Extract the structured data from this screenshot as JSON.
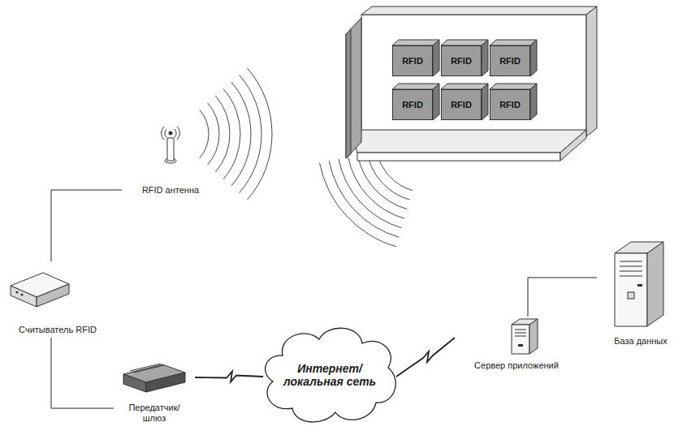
{
  "diagram": {
    "nodes": [
      {
        "text": [
          "RFID"
        ]
      },
      {
        "text": [
          "RFID"
        ]
      },
      {
        "text": [
          "RFID"
        ]
      },
      {
        "text": [
          "RFID"
        ]
      },
      {
        "text": [
          "RFID"
        ]
      },
      {
        "text": [
          "RFID"
        ]
      },
      {
        "text": [
          "RFID антенна"
        ]
      },
      {
        "text": [
          "Считыватель RFID"
        ]
      },
      {
        "text": [
          "Передатчик/ шлюз"
        ]
      },
      {
        "text": [
          "Интернет/ локальная сеть"
        ]
      },
      {
        "text": [
          "База данных"
        ]
      },
      {
        "text": [
          "Сервер приложений"
        ]
      }
    ],
    "edges": [
      {
        "from": 6,
        "to": 7,
        "arrow": "none"
      },
      {
        "from": 7,
        "to": 8,
        "arrow": "none"
      },
      {
        "from": 8,
        "to": 9,
        "arrow": "none"
      },
      {
        "from": 9,
        "to": 11,
        "arrow": "none"
      },
      {
        "from": 11,
        "to": 10,
        "arrow": "none"
      }
    ]
  }
}
